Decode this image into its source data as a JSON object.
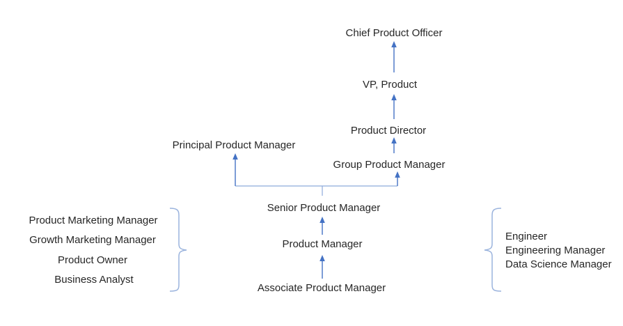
{
  "diagram": {
    "description": "Product management career ladder diagram",
    "ladder": {
      "cpo": "Chief Product Officer",
      "vp": "VP, Product",
      "director": "Product Director",
      "gpm": "Group Product Manager",
      "principal": "Principal Product Manager",
      "senior_pm": "Senior Product Manager",
      "pm": "Product Manager",
      "apm": "Associate Product Manager"
    },
    "left_group": {
      "items": [
        "Product Marketing Manager",
        "Growth Marketing Manager",
        "Product Owner",
        "Business Analyst"
      ]
    },
    "right_group": {
      "items": [
        "Engineer",
        "Engineering Manager",
        "Data Science Manager"
      ]
    },
    "colors": {
      "arrow": "#4472c4",
      "connector": "#8eaadb",
      "brace": "#9ab3dd",
      "text": "#262626",
      "background": "#ffffff"
    }
  }
}
